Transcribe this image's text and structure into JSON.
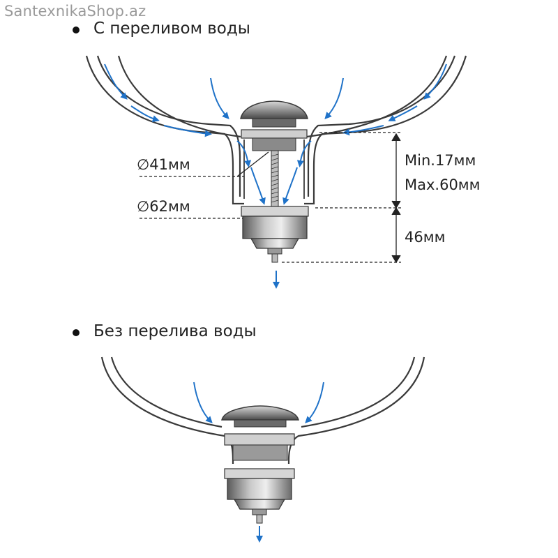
{
  "watermark": "SantexnikaShop.az",
  "top": {
    "title": "С переливом воды",
    "dim_inner": "∅41мм",
    "dim_outer": "∅62мм",
    "dim_min": "Min.17мм",
    "dim_max": "Max.60мм",
    "dim_height": "46мм"
  },
  "bottom": {
    "title": "Без перелива воды"
  },
  "colors": {
    "flow_arrow": "#1f72c8",
    "outline": "#3a3a3a",
    "metal": "#8a8a8a"
  }
}
